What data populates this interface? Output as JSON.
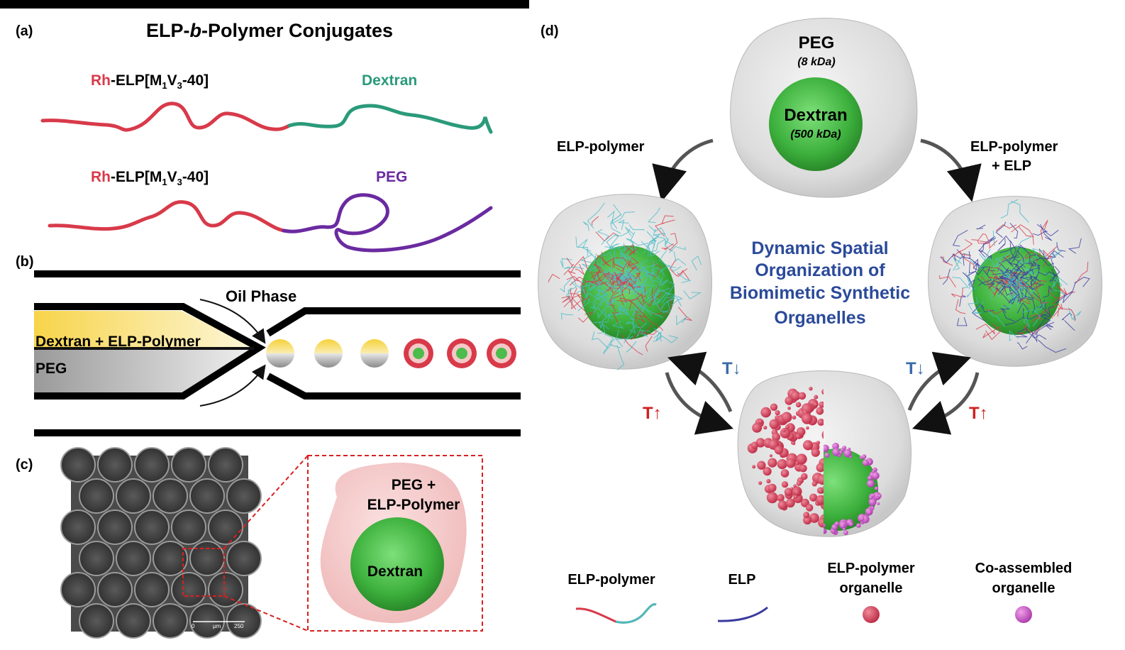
{
  "panel_a": {
    "label": "(a)",
    "title_pre": "ELP-",
    "title_italic": "b",
    "title_post": "-Polymer Conjugates",
    "row1": {
      "prefix": "Rh",
      "elp_pre": "-ELP[M",
      "sub1": "1",
      "mid": "V",
      "sub2": "3",
      "post": "-40]",
      "polymer": "Dextran"
    },
    "row2": {
      "prefix": "Rh",
      "elp_pre": "-ELP[M",
      "sub1": "1",
      "mid": "V",
      "sub2": "3",
      "post": "-40]",
      "polymer": "PEG"
    }
  },
  "panel_b": {
    "label": "(b)",
    "oil_phase": "Oil Phase",
    "inner_top": "Dextran + ELP-Polymer",
    "inner_bottom": "PEG"
  },
  "panel_c": {
    "label": "(c)",
    "scale_0": "0",
    "scale_unit": "μm",
    "scale_250": "250",
    "outer_line1": "PEG +",
    "outer_line2": "ELP-Polymer",
    "core": "Dextran"
  },
  "panel_d": {
    "label": "(d)",
    "top_outer": "PEG",
    "top_outer_mw": "(8 kDa)",
    "top_core": "Dextran",
    "top_core_mw": "(500 kDa)",
    "arrow_left": "ELP-polymer",
    "arrow_right_line1": "ELP-polymer",
    "arrow_right_line2": "+ ELP",
    "center_line1": "Dynamic Spatial",
    "center_line2": "Organization of",
    "center_line3": "Biomimetic Synthetic",
    "center_line4": "Organelles",
    "t_down": "T↓",
    "t_up": "T↑",
    "legend": [
      {
        "line1": "ELP-polymer",
        "line2": ""
      },
      {
        "line1": "ELP",
        "line2": ""
      },
      {
        "line1": "ELP-polymer",
        "line2": "organelle"
      },
      {
        "line1": "Co-assembled",
        "line2": "organelle"
      }
    ]
  },
  "colors": {
    "elp_red": "#d83a4a",
    "dextran_green": "#2a9a7a",
    "peg_purple": "#6a2aa0",
    "title_blue": "#2b4a9a",
    "temp_red": "#d02020",
    "temp_blue": "#3a6aaa",
    "core_green": "#3cb03c"
  }
}
